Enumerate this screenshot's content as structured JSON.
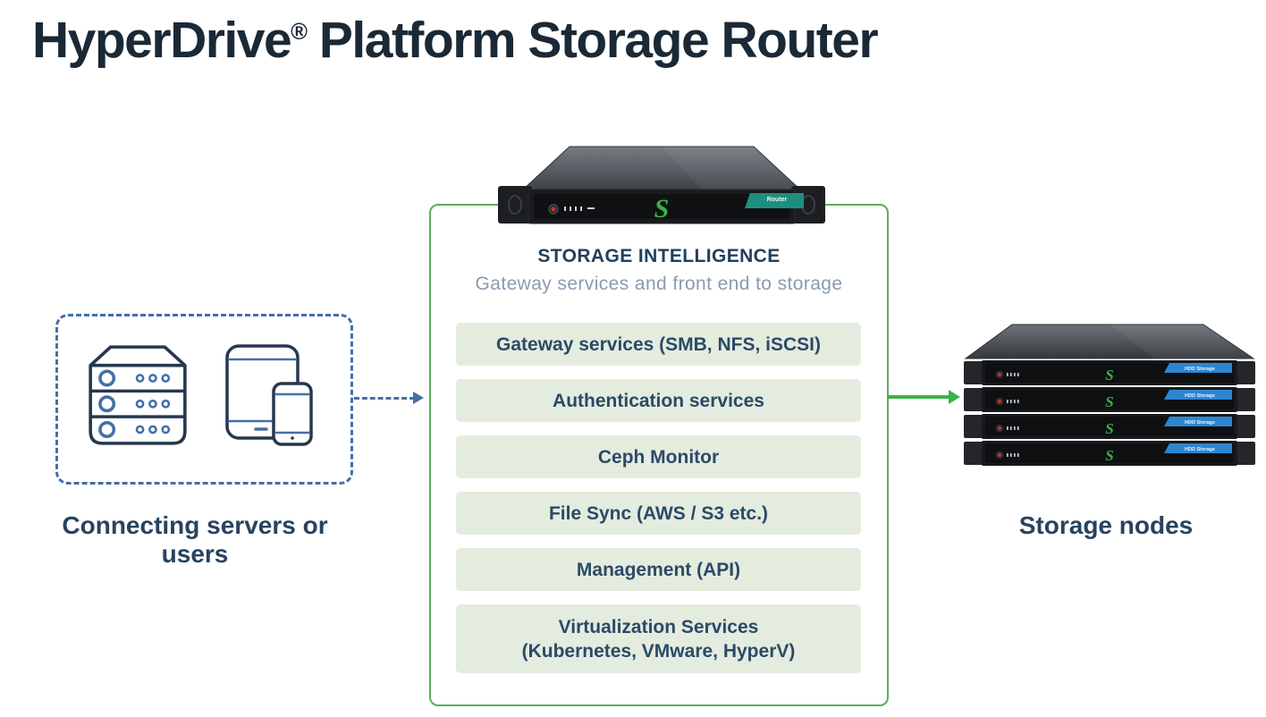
{
  "title": {
    "brand": "HyperDrive",
    "registered": "®",
    "rest": " Platform Storage Router"
  },
  "clients": {
    "caption": "Connecting servers or users",
    "icons": [
      "server-rack-icon",
      "tablet-icon",
      "smartphone-icon"
    ]
  },
  "storage_intelligence": {
    "heading": "STORAGE INTELLIGENCE",
    "subheading": "Gateway services and front end to storage",
    "router_badge": "Router",
    "logo_glyph": "S",
    "services": [
      "Gateway services (SMB, NFS, iSCSI)",
      "Authentication services",
      "Ceph Monitor",
      "File Sync (AWS / S3 etc.)",
      "Management (API)",
      "Virtualization Services\n(Kubernetes, VMware, HyperV)"
    ]
  },
  "storage_nodes": {
    "caption": "Storage nodes",
    "unit_badge": "HDD Storage",
    "unit_count": 4,
    "logo_glyph": "S"
  },
  "colors": {
    "title_text": "#1b2936",
    "navy_text": "#27435f",
    "row_bg": "#e4ecdf",
    "box_border_green": "#5dad5d",
    "arrow_green": "#3db347",
    "dashed_blue": "#4470a6",
    "badge_teal": "#1e8f7e",
    "badge_blue": "#2e86d1",
    "logo_green": "#3fae47",
    "subheading_gray": "#8a9bb0"
  }
}
